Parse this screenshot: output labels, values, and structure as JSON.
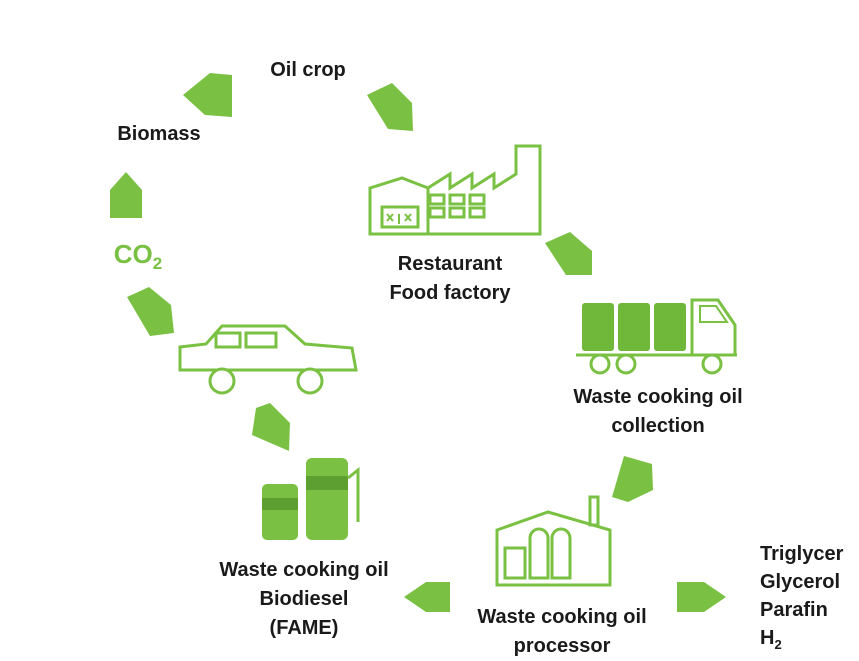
{
  "colors": {
    "accent": "#7ac143",
    "icon_fill": "#6fb83a",
    "text": "#1a1a1a"
  },
  "nodes": {
    "oil_crop": "Oil crop",
    "biomass": "Biomass",
    "co2": {
      "main": "CO",
      "sub": "2"
    },
    "restaurant": {
      "line1": "Restaurant",
      "line2": "Food factory"
    },
    "collection": {
      "line1": "Waste cooking oil",
      "line2": "collection"
    },
    "processor": {
      "line1": "Waste cooking oil",
      "line2": "processor"
    },
    "biodiesel": {
      "line1": "Waste cooking oil",
      "line2": "Biodiesel",
      "line3": "(FAME)"
    },
    "byproducts": {
      "line1": "Triglycer",
      "line2": "Glycerol",
      "line3": "Parafin",
      "line4_main": "H",
      "line4_sub": "2"
    }
  },
  "icons": [
    "factory-icon",
    "truck-icon",
    "processor-plant-icon",
    "fuel-pump-icon",
    "car-icon"
  ],
  "arrows": [
    "arrow-biomass-to-oilcrop",
    "arrow-oilcrop-to-factory",
    "arrow-factory-to-truck",
    "arrow-truck-to-processor",
    "arrow-processor-to-biodiesel",
    "arrow-processor-to-byproducts",
    "arrow-biodiesel-to-car",
    "arrow-car-to-co2",
    "arrow-co2-to-biomass"
  ]
}
